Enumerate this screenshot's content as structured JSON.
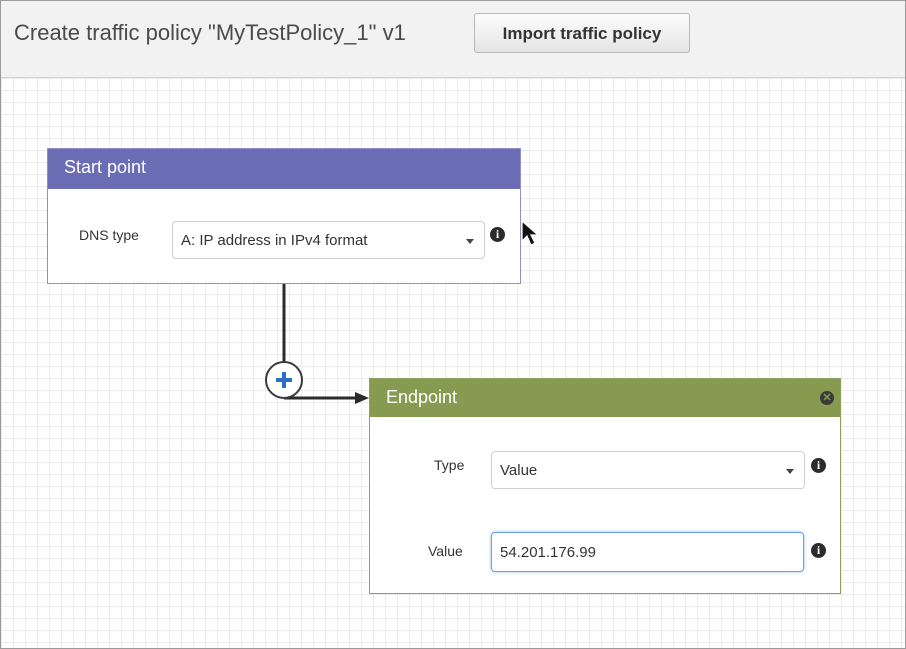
{
  "header": {
    "title": "Create traffic policy \"MyTestPolicy_1\" v1",
    "import_button": "Import traffic policy"
  },
  "start_point": {
    "title": "Start point",
    "dns_type_label": "DNS type",
    "dns_type_value": "A: IP address in IPv4 format"
  },
  "endpoint": {
    "title": "Endpoint",
    "type_label": "Type",
    "type_value": "Value",
    "value_label": "Value",
    "value_input": "54.201.176.99"
  },
  "icons": {
    "info": "info-icon",
    "close": "close-icon",
    "add": "plus-icon",
    "cursor": "mouse-pointer-icon"
  },
  "colors": {
    "start_header": "#6b6db4",
    "endpoint_header": "#879b50",
    "plus": "#2c6fc4"
  }
}
